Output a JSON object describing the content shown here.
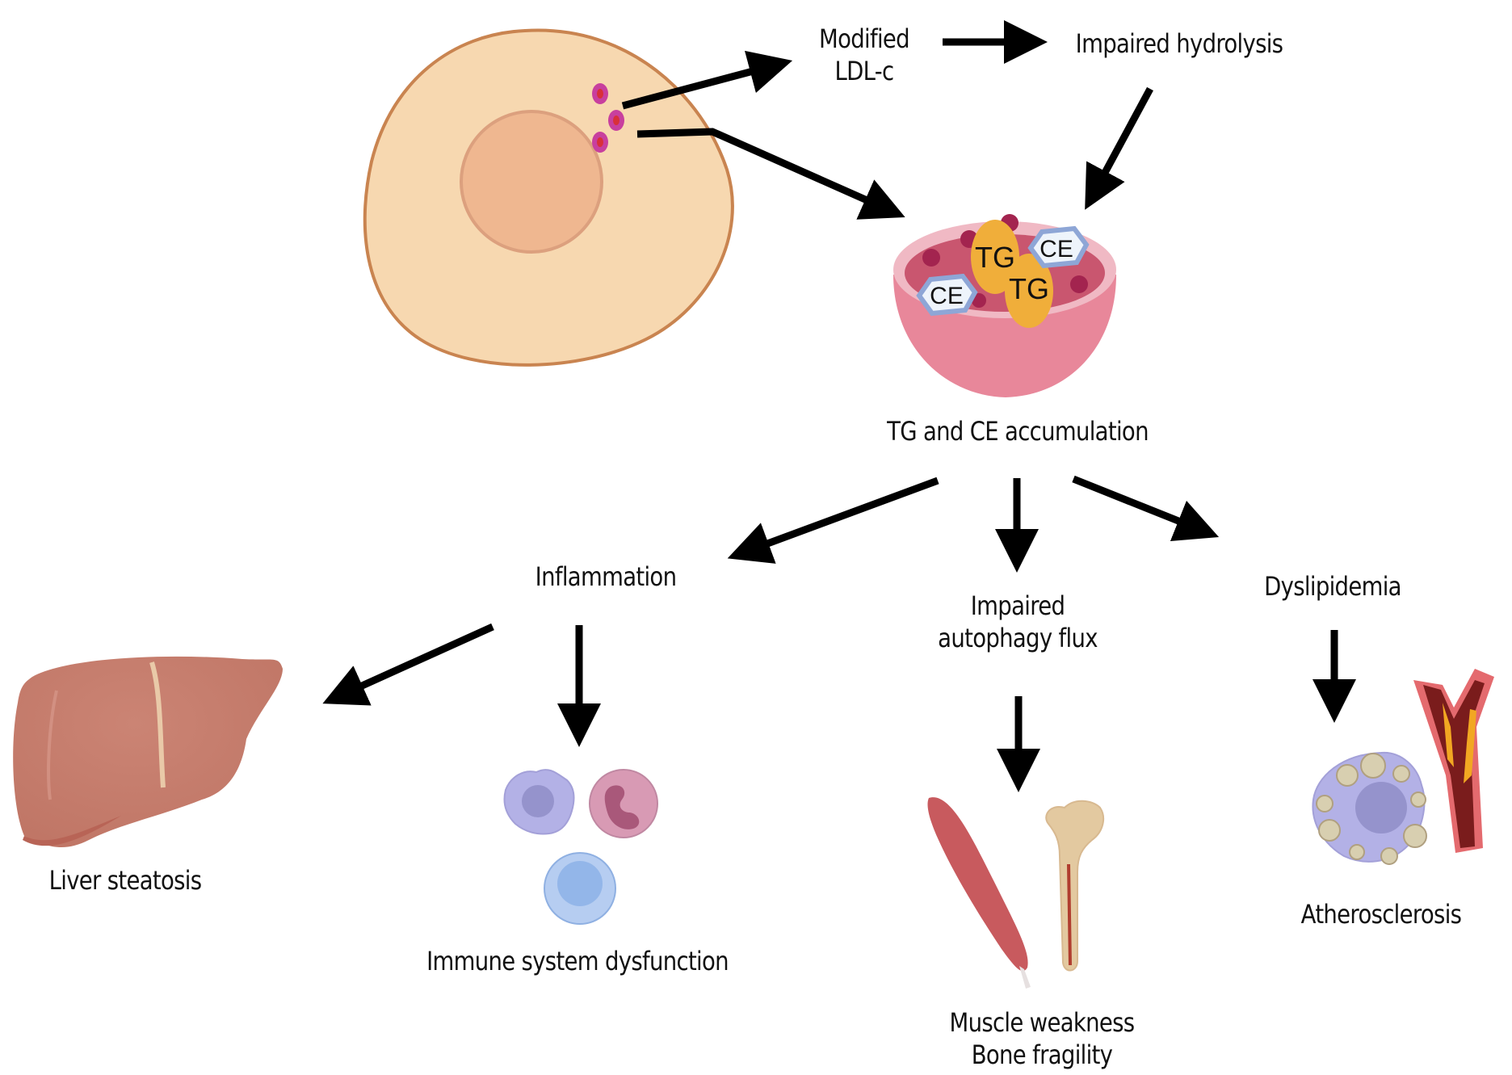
{
  "diagram": {
    "nodes": {
      "modified_ldl": [
        "Modified",
        "LDL-c"
      ],
      "impaired_hydrolysis": "Impaired hydrolysis",
      "accumulation": "TG and CE accumulation",
      "inflammation": "Inflammation",
      "autophagy": [
        "Impaired",
        "autophagy flux"
      ],
      "dyslipidemia": "Dyslipidemia",
      "liver": "Liver steatosis",
      "immune": "Immune system dysfunction",
      "muscle_bone": [
        "Muscle weakness",
        "Bone fragility"
      ],
      "atherosclerosis": "Atherosclerosis"
    },
    "lysosome_labels": {
      "tg1": "TG",
      "tg2": "TG",
      "ce1": "CE",
      "ce2": "CE"
    },
    "edges": [
      {
        "from": "cell",
        "to": "modified_ldl"
      },
      {
        "from": "cell",
        "to": "lysosome"
      },
      {
        "from": "modified_ldl",
        "to": "impaired_hydrolysis"
      },
      {
        "from": "impaired_hydrolysis",
        "to": "lysosome"
      },
      {
        "from": "accumulation",
        "to": "inflammation"
      },
      {
        "from": "accumulation",
        "to": "autophagy"
      },
      {
        "from": "accumulation",
        "to": "dyslipidemia"
      },
      {
        "from": "inflammation",
        "to": "liver"
      },
      {
        "from": "inflammation",
        "to": "immune"
      },
      {
        "from": "autophagy",
        "to": "muscle_bone"
      },
      {
        "from": "dyslipidemia",
        "to": "atherosclerosis"
      }
    ],
    "colors": {
      "cell_fill": "#f7d8b0",
      "cell_stroke": "#c98450",
      "nucleus_fill": "#efb790",
      "nucleus_stroke": "#dca07e",
      "vesicle": "#c83f9e",
      "vesicle_core": "#d8303a",
      "lysosome_outer": "#e8879a",
      "lysosome_inner": "#c9566f",
      "lysosome_rim": "#f0b9c4",
      "tg": "#f0ae3a",
      "ce_fill": "#eef4fb",
      "ce_stroke": "#8ea6d6",
      "liver": "#c67d6e",
      "muscle": "#c85a5e",
      "bone": "#e3c9a0",
      "arrow": "#000000"
    }
  }
}
